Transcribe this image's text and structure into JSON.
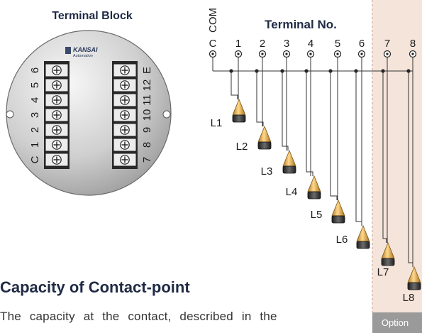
{
  "terminal_block": {
    "title": "Terminal Block",
    "logo": {
      "brand": "KANSAI",
      "sub": "Automation"
    },
    "left_labels": [
      "6",
      "5",
      "4",
      "3",
      "2",
      "1",
      "C"
    ],
    "right_labels": [
      "E",
      "12",
      "11",
      "10",
      "9",
      "8",
      "7"
    ]
  },
  "wiring": {
    "com_label": "COM",
    "terminal_no_title": "Terminal No.",
    "terminals": [
      "C",
      "1",
      "2",
      "3",
      "4",
      "5",
      "6",
      "7",
      "8"
    ],
    "loads": [
      "L1",
      "L2",
      "L3",
      "L4",
      "L5",
      "L6",
      "L7",
      "L8"
    ],
    "option_label": "Option",
    "colors": {
      "option_bg": "#f5e4da",
      "option_label_bg": "#9a9a9a",
      "wire": "#333333",
      "bulb_cap": "#ffcf7a",
      "bulb_base": "#3a3a3a"
    }
  },
  "section": {
    "heading": "Capacity of Contact-point",
    "body": "The capacity at the contact, described in the"
  }
}
